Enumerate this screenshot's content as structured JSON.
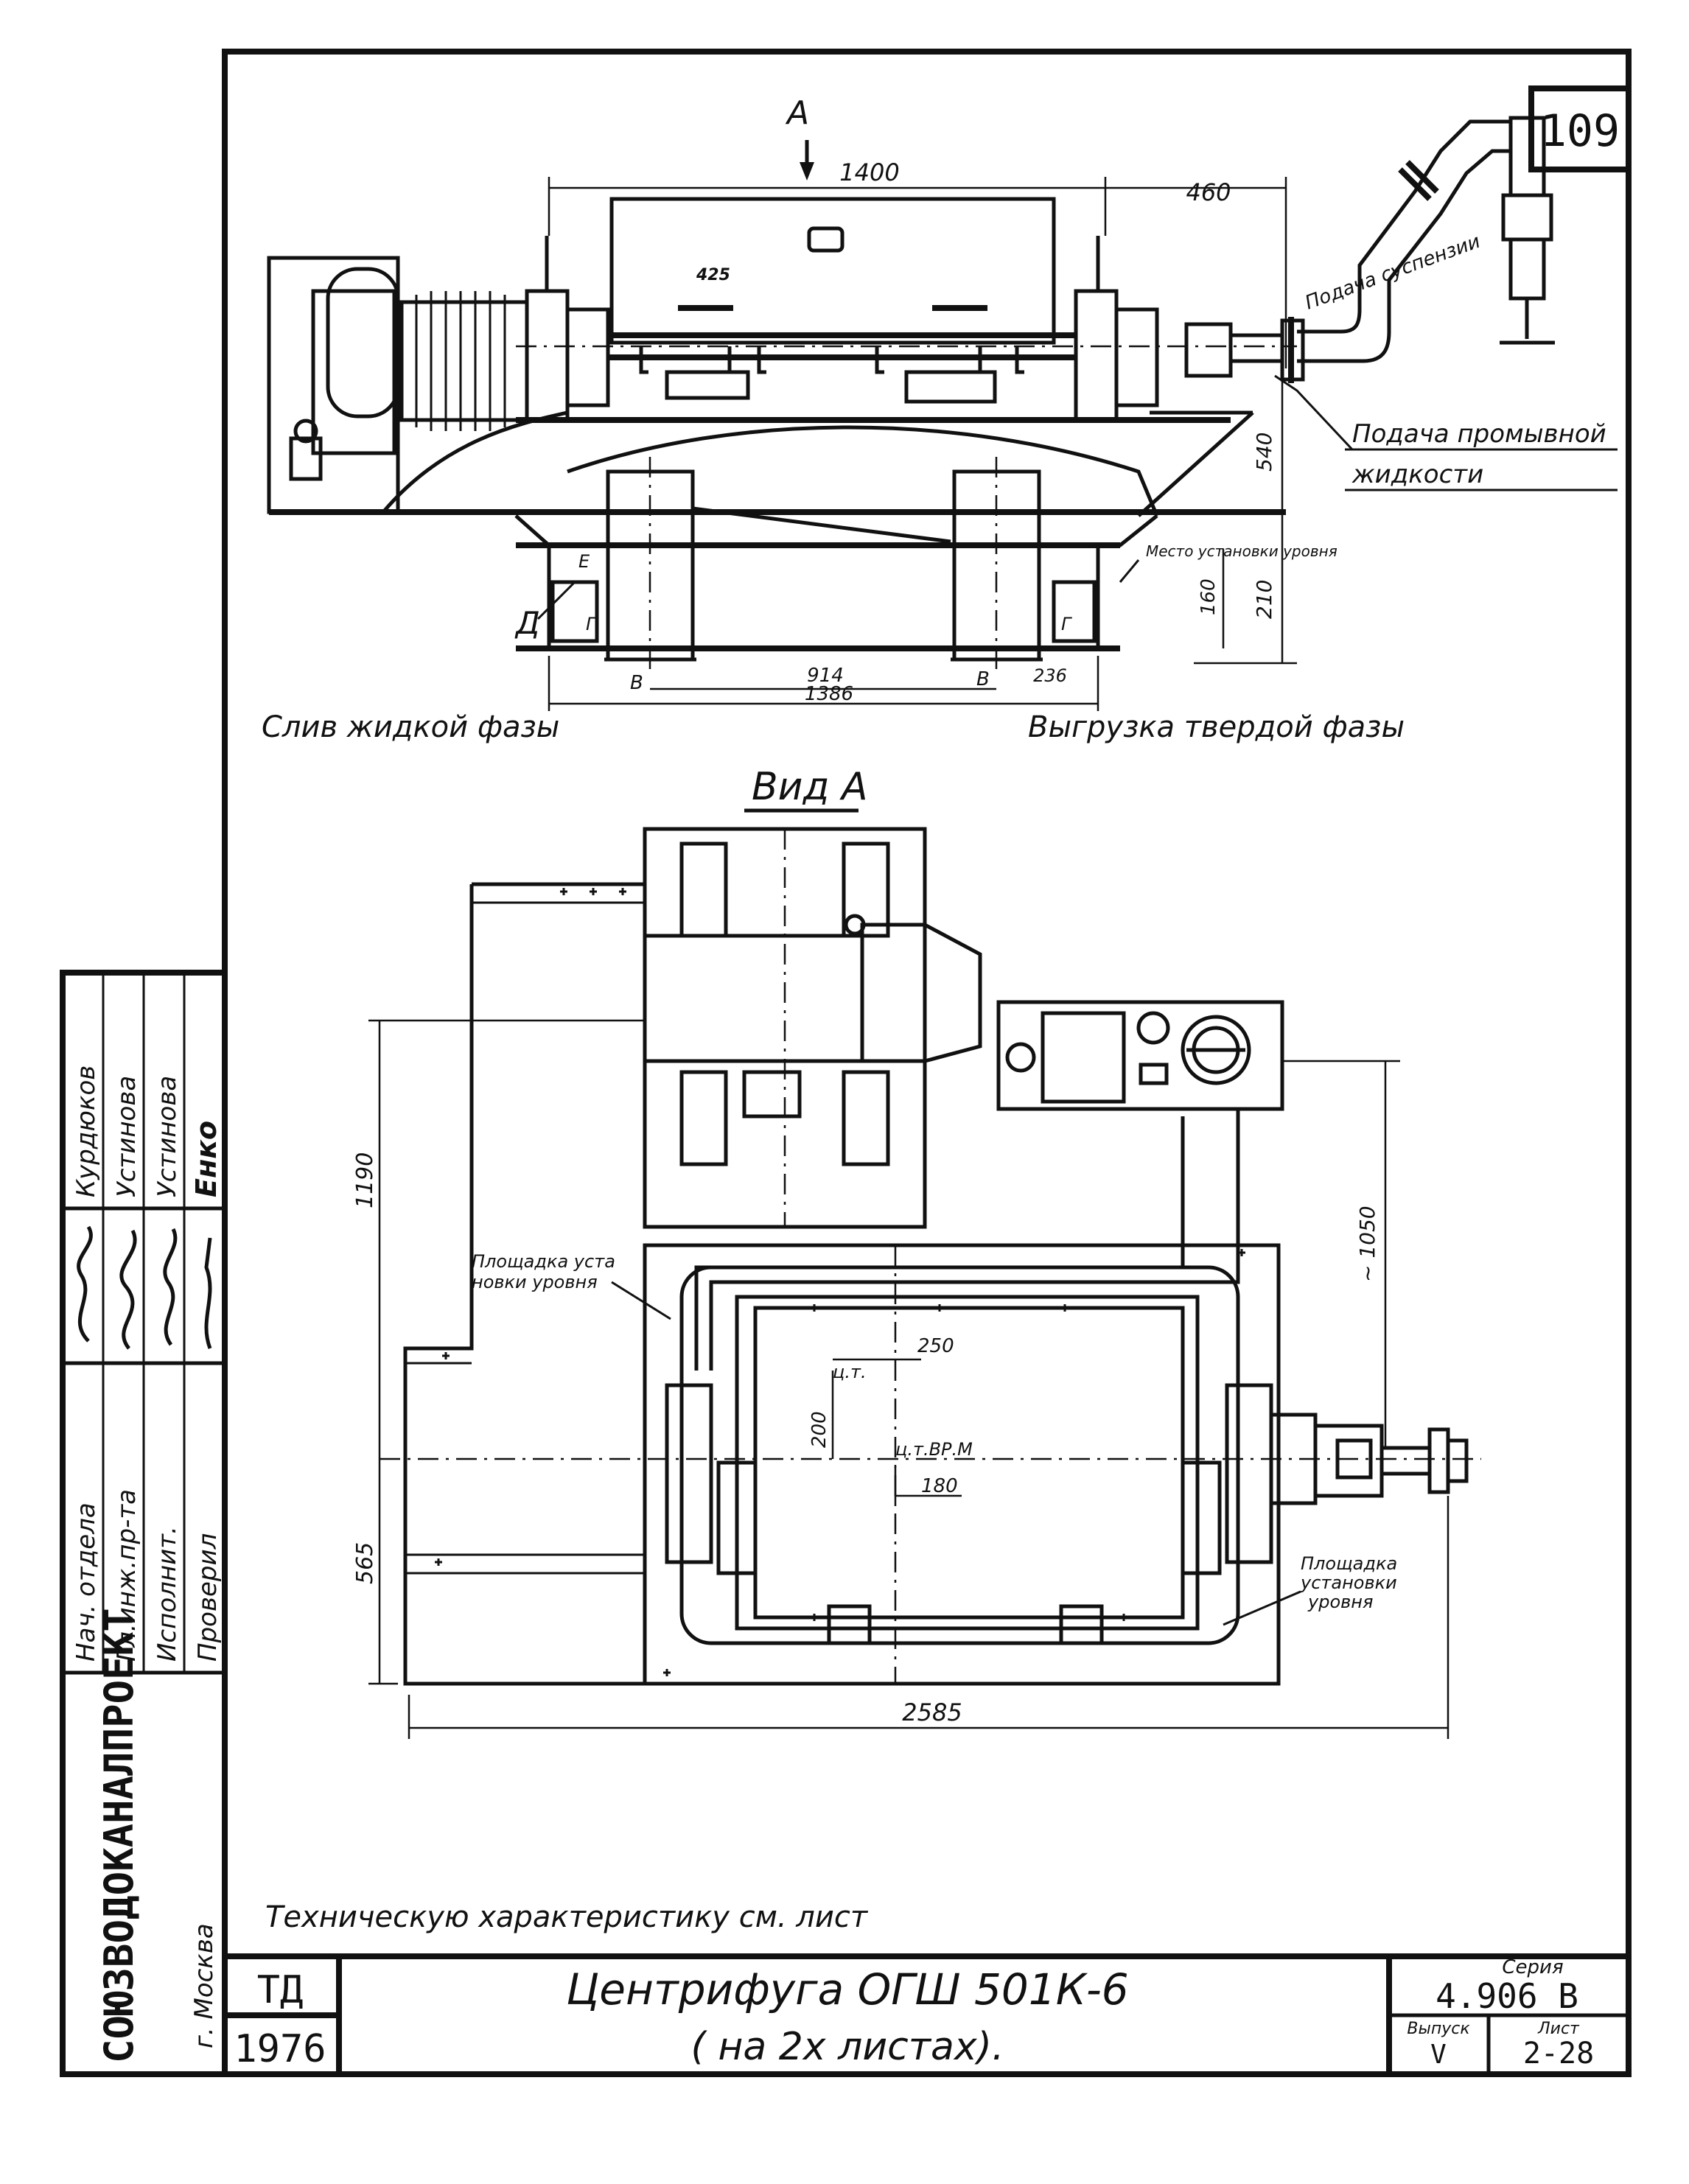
{
  "sheet_number": "109",
  "view_label_top": "А",
  "view_a_title": "Вид А",
  "section_mark": "Д",
  "marks": {
    "b": "В",
    "g": "Г",
    "e": "Е"
  },
  "labels": {
    "slurry_feed": "Подача суспензии",
    "wash_feed_line1": "Подача промывной",
    "wash_feed_line2": "жидкости",
    "level_place": "Место установки уровня",
    "liquid_drain": "Слив жидкой фазы",
    "solid_unload": "Выгрузка твердой фазы",
    "platform_left_line1": "Площадка уста",
    "platform_left_line2": "новки уровня",
    "platform_right_line1": "Площадка",
    "platform_right_line2": "установки",
    "platform_right_line3": "уровня",
    "cg": "ц.т.",
    "cg_rotor": "ц.т.ВР.М",
    "tech_note": "Техническую характеристику см. лист"
  },
  "dimensions": {
    "d1400": "1400",
    "d460": "460",
    "d540": "540",
    "d210": "210",
    "d160": "160",
    "d914": "914",
    "d1386": "1386",
    "d236": "236",
    "d1190": "1190",
    "d565": "565",
    "d1050": "~ 1050",
    "d2585": "2585",
    "d250": "250",
    "d200": "200",
    "d180": "180",
    "d_mark": "425"
  },
  "stamp": {
    "org": "СОЮЗВОДОКАНАЛПРОЕКТ",
    "city": "г. Москва",
    "roles": [
      "Нач. отдела",
      "Гл.инж.пр-та",
      "Исполнит.",
      "Проверил"
    ],
    "names": [
      "Курдюков",
      "Устинова",
      "Устинова",
      "Енко"
    ],
    "td": "ТД",
    "year": "1976",
    "title_line1": "Центрифуга ОГШ 501К-6",
    "title_line2": "( на 2х листах).",
    "series_label": "Серия",
    "series_value": "4.906 В",
    "issue_label": "Выпуск",
    "issue_value": "V",
    "sheet_label": "Лист",
    "sheet_value": "2-28"
  }
}
